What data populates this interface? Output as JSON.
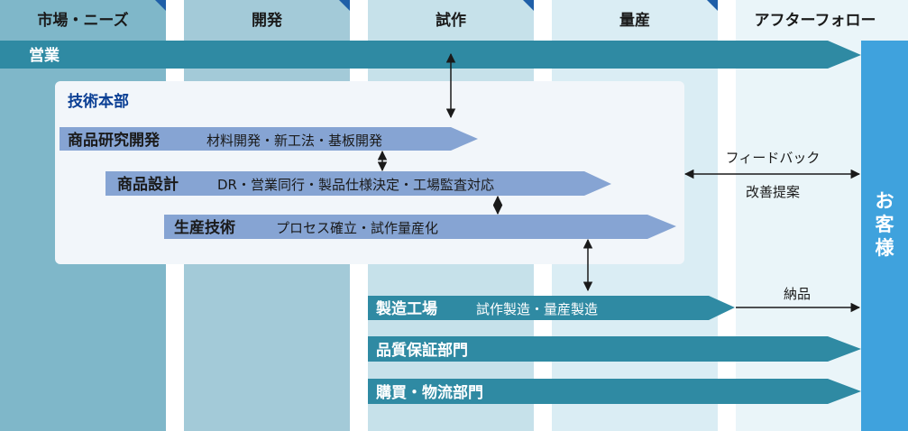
{
  "phases": [
    "市場・ニーズ",
    "開発",
    "試作",
    "量産",
    "アフターフォロー"
  ],
  "colors": {
    "phase_fills": [
      "#7fb7c9",
      "#a3cad8",
      "#c6e1ea",
      "#daedf4",
      "#eaf5f9"
    ],
    "flag": "#1f5fa8",
    "teal_arrow": "#2f8aa3",
    "blue_arrow": "#86a4d3",
    "tech_panel": "#f2f6fa",
    "tech_title": "#0b3f94",
    "customer_bar": "#3fa2dd",
    "text_dark": "#1a1a1a",
    "text_white": "#ffffff"
  },
  "sales": "営業",
  "tech_division": {
    "title": "技術本部",
    "rows": [
      {
        "name": "商品研究開発",
        "desc": "材料開発・新工法・基板開発"
      },
      {
        "name": "商品設計",
        "desc": "DR・営業同行・製品仕様決定・工場監査対応"
      },
      {
        "name": "生産技術",
        "desc": "プロセス確立・試作量産化"
      }
    ]
  },
  "factory": {
    "name": "製造工場",
    "desc": "試作製造・量産製造"
  },
  "quality": "品質保証部門",
  "purchasing": "購買・物流部門",
  "feedback": {
    "line1": "フィードバック",
    "line2": "改善提案"
  },
  "delivery": "納品",
  "customer": "お客様"
}
